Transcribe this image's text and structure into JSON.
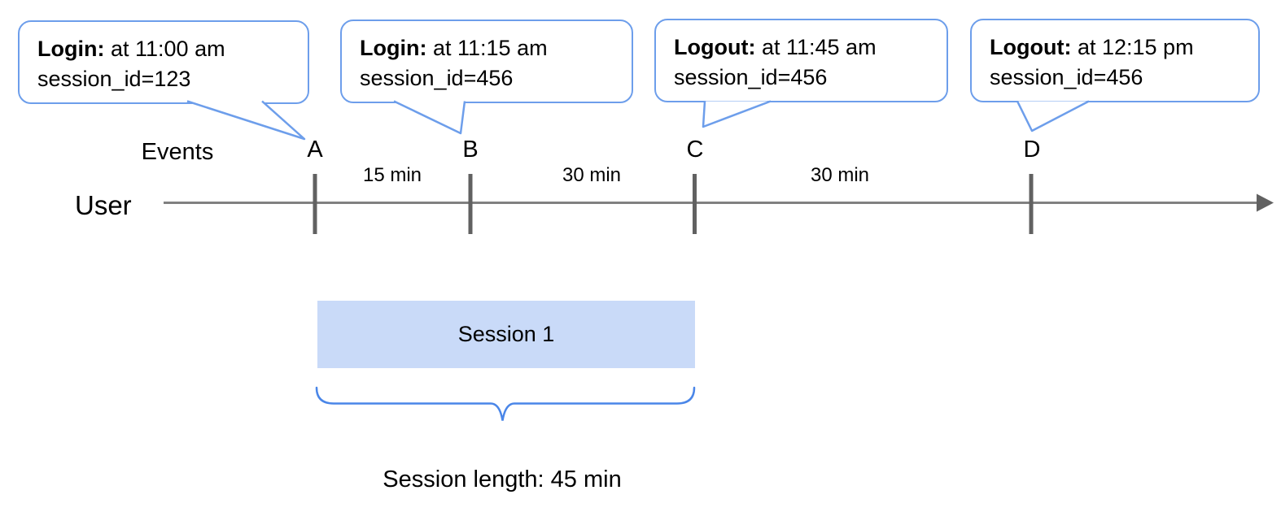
{
  "bubbles": [
    {
      "event": "Login:",
      "detail": "at 11:00 am",
      "session": "session_id=123"
    },
    {
      "event": "Login:",
      "detail": "at 11:15 am",
      "session": "session_id=456"
    },
    {
      "event": "Logout:",
      "detail": "at 11:45 am",
      "session": "session_id=456"
    },
    {
      "event": "Logout:",
      "detail": "at 12:15 pm",
      "session": "session_id=456"
    }
  ],
  "timeline": {
    "events_label": "Events",
    "user_label": "User",
    "markers": [
      "A",
      "B",
      "C",
      "D"
    ],
    "intervals": [
      "15 min",
      "30 min",
      "30 min"
    ]
  },
  "session": {
    "box_label": "Session 1",
    "length_label": "Session length: 45 min"
  },
  "colors": {
    "bubble_border": "#6d9eeb",
    "session_fill": "#c9daf8",
    "brace": "#4a86e8",
    "axis": "#808080",
    "tick": "#616161",
    "text": "#000000"
  }
}
